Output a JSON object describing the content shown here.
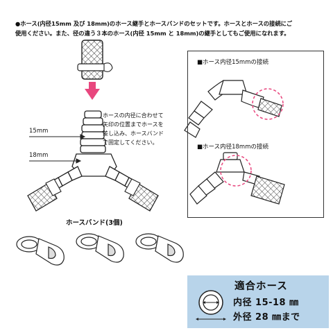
{
  "description": {
    "line1": "●ホース(内径15mm 及び 18mm)のホース継手とホースバンドのセットです。ホースとホースの接続にご",
    "line2": "使用ください。また、径の違う３本のホース(内径 15mm と 18mm)の継手としてもご使用になれます。"
  },
  "instruction": {
    "line1": "ホースの内径に合わせて",
    "line2": "矢印の位置までホースを",
    "line3": "差し込み、ホースバンド",
    "line4": "で固定してください。"
  },
  "labels": {
    "d15": "15mm",
    "d18": "18mm"
  },
  "panel": {
    "caption15": "■ホース内径15mmの接続",
    "caption18": "■ホース内径18mmの接続"
  },
  "bands": {
    "title": "ホースバンド(3個)"
  },
  "spec": {
    "title": "適合ホース",
    "inner": "内径 15-18 ㎜",
    "outer": "外径 28 ㎜まで"
  },
  "colors": {
    "arrow": "#e8477e",
    "spec_bg": "#b8d4ea",
    "dashed_circle": "#e8477e"
  }
}
